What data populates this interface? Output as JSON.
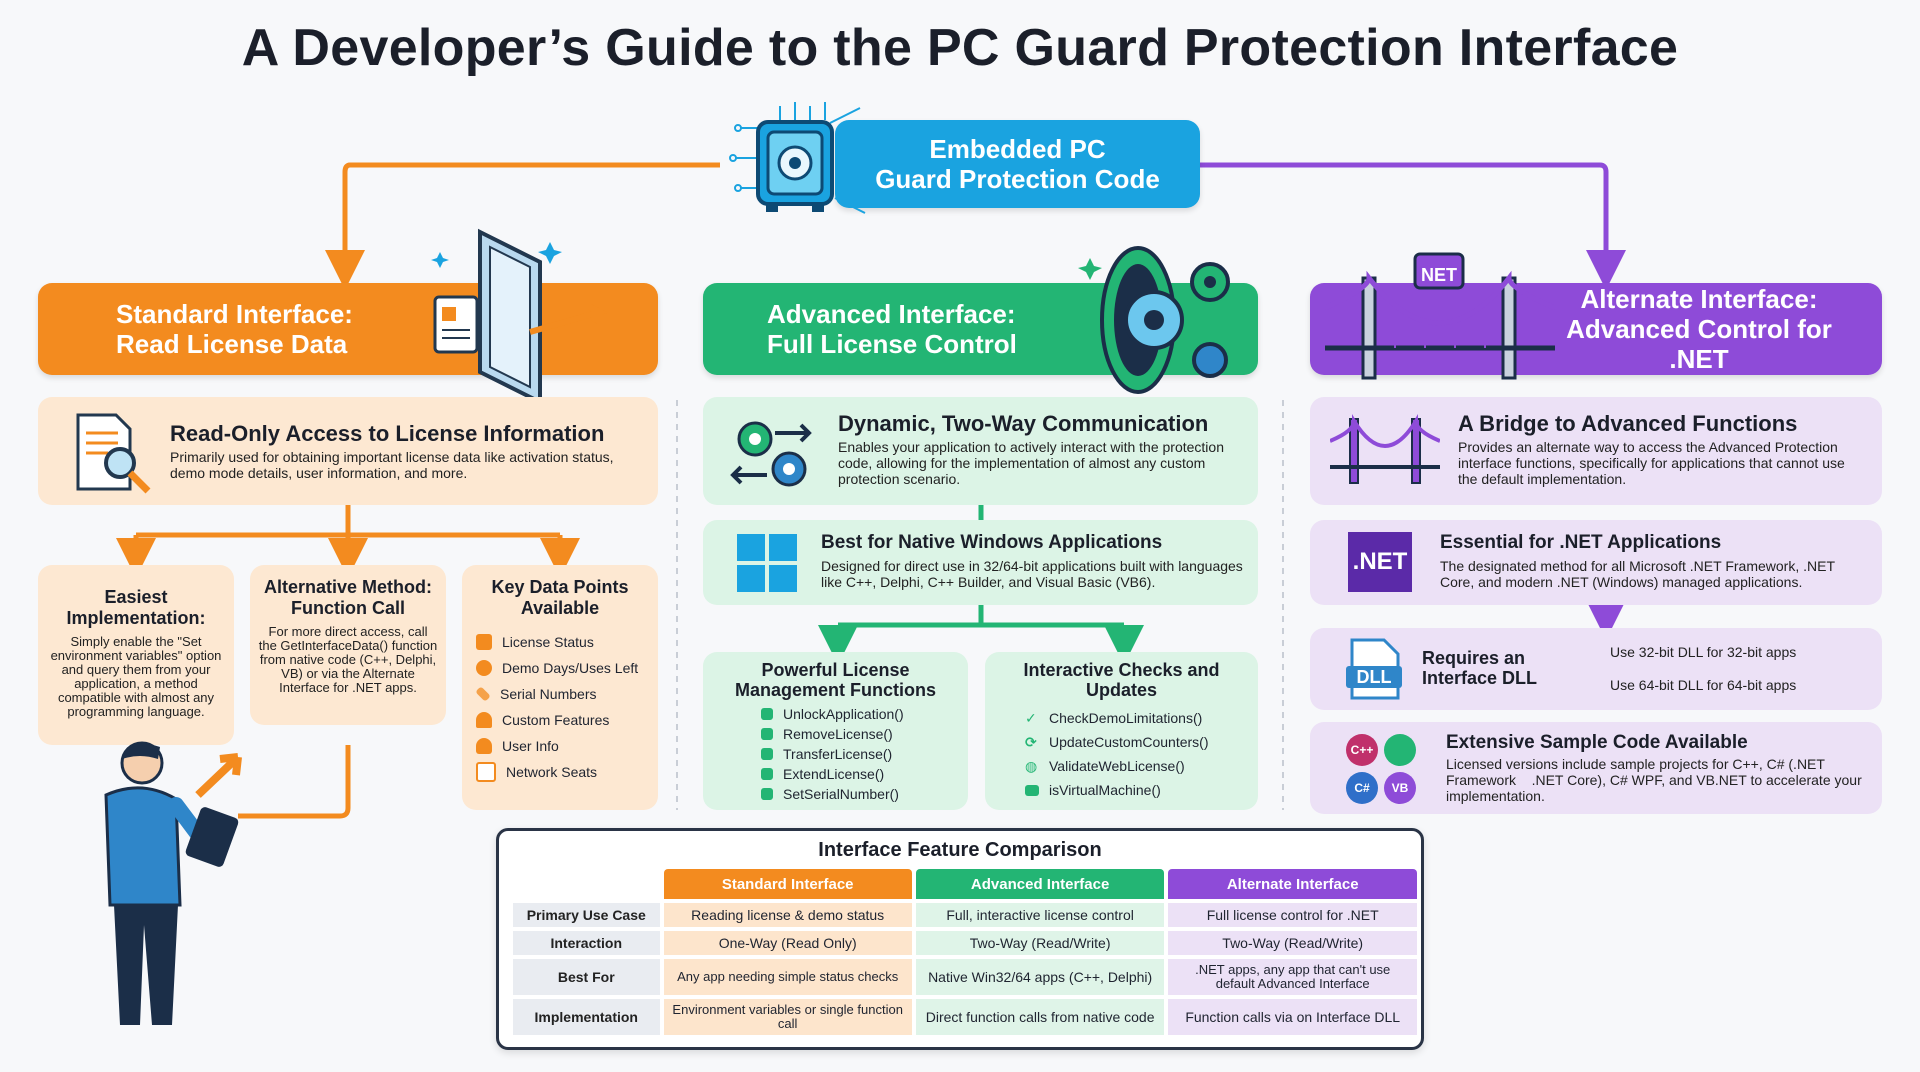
{
  "title": "A Developer’s Guide to the PC Guard Protection Interface",
  "core": {
    "line1": "Embedded PC",
    "line2": "Guard Protection Code"
  },
  "colors": {
    "orange": "#f38b1f",
    "green": "#23b574",
    "purple": "#8e4bd8",
    "blue": "#1aa3e0"
  },
  "standard": {
    "banner1": "Standard Interface:",
    "banner2": "Read License Data",
    "read_title": "Read-Only Access to License Information",
    "read_desc": "Primarily used for obtaining important license data like activation status, demo mode details, user information, and more.",
    "easy_title": "Easiest Implementation:",
    "easy_desc": "Simply enable the \"Set environment variables\" option and query them from your application, a method compatible with almost any programming language.",
    "alt_title": "Alternative Method: Function Call",
    "alt_desc": "For more direct access, call the GetInterfaceData() function from native code (C++, Delphi, VB) or via the Alternate Interface for .NET apps.",
    "key_title": "Key Data Points Available",
    "key_items": [
      {
        "label": "License Status",
        "icon": "calendar-icon"
      },
      {
        "label": "Demo Days/Uses Left",
        "icon": "clock-icon"
      },
      {
        "label": "Serial Numbers",
        "icon": "link-icon"
      },
      {
        "label": "Custom Features",
        "icon": "ribbon-icon"
      },
      {
        "label": "User Info",
        "icon": "user-icon"
      },
      {
        "label": "Network Seats",
        "icon": "monitor-icon"
      }
    ]
  },
  "advanced": {
    "banner1": "Advanced Interface:",
    "banner2": "Full License Control",
    "dyn_title": "Dynamic, Two-Way Communication",
    "dyn_desc": "Enables your application to actively interact with the protection code, allowing for the implementation of almost any custom protection scenario.",
    "win_title": "Best for Native Windows Applications",
    "win_desc": "Designed for direct use in 32/64-bit applications built with languages like C++, Delphi, C++ Builder, and Visual Basic (VB6).",
    "mgmt_title": "Powerful License Management Functions",
    "mgmt_items": [
      "UnlockApplication()",
      "RemoveLicense()",
      "TransferLicense()",
      "ExtendLicense()",
      "SetSerialNumber()"
    ],
    "checks_title": "Interactive Checks and Updates",
    "checks_items": [
      "CheckDemoLimitations()",
      "UpdateCustomCounters()",
      "ValidateWebLicense()",
      "isVirtualMachine()"
    ]
  },
  "alternate": {
    "banner1": "Alternate Interface:",
    "banner2": "Advanced Control for .NET",
    "net_badge": "NET",
    "bridge_title": "A Bridge to Advanced Functions",
    "bridge_desc": "Provides an alternate way to access the Advanced Protection interface functions, specifically for applications that cannot use the default implementation.",
    "net_logo": ".NET",
    "ess_title": "Essential for .NET Applications",
    "ess_desc": "The designated method for all Microsoft .NET Framework, .NET Core, and modern .NET (Windows) managed applications.",
    "dll_badge": "DLL",
    "dll_title": "Requires an Interface DLL",
    "dll_32": "Use 32-bit DLL for 32-bit apps",
    "dll_64": "Use 64-bit DLL for 64-bit apps",
    "sample_title": "Extensive Sample Code Available",
    "sample_desc": "Licensed versions include sample projects for C++, C# (.NET Framework    .NET Core), C# WPF, and VB.NET to accelerate your implementation.",
    "lang_badges": [
      "C++",
      "",
      "C#",
      "VB"
    ]
  },
  "comparison": {
    "title": "Interface Feature Comparison",
    "headers": [
      "Standard Interface",
      "Advanced Interface",
      "Alternate Interface"
    ],
    "rows": [
      {
        "label": "Primary Use Case",
        "cells": [
          "Reading license & demo status",
          "Full, interactive license control",
          "Full license control for .NET"
        ]
      },
      {
        "label": "Interaction",
        "cells": [
          "One-Way (Read Only)",
          "Two-Way (Read/Write)",
          "Two-Way (Read/Write)"
        ]
      },
      {
        "label": "Best For",
        "cells": [
          "Any app needing simple status checks",
          "Native Win32/64 apps (C++, Delphi)",
          ".NET apps, any app that can't use default Advanced Interface"
        ]
      },
      {
        "label": "Implementation",
        "cells": [
          "Environment variables or single function call",
          "Direct function calls from native code",
          "Function calls via on Interface DLL"
        ]
      }
    ]
  }
}
